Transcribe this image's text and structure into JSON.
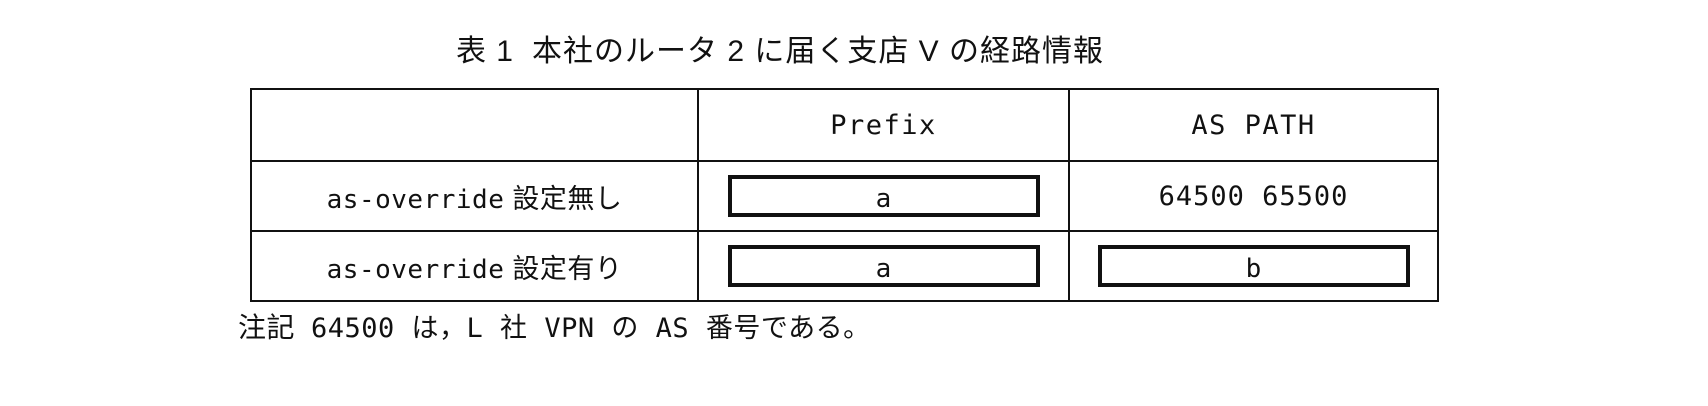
{
  "title": {
    "number": "表 1",
    "text": "本社のルータ 2 に届く支店 V の経路情報"
  },
  "table": {
    "corner_label": "",
    "columns": [
      "Prefix",
      "AS PATH"
    ],
    "rows": [
      {
        "label_mono": "as-override",
        "label_jp": "設定無し",
        "prefix": {
          "kind": "box",
          "value": "a"
        },
        "aspath": {
          "kind": "text",
          "value": "64500  65500"
        }
      },
      {
        "label_mono": "as-override",
        "label_jp": "設定有り",
        "prefix": {
          "kind": "box",
          "value": "a"
        },
        "aspath": {
          "kind": "box",
          "value": "b"
        }
      }
    ]
  },
  "footnote": {
    "label": "注記",
    "text": "64500 は，L 社 VPN の AS 番号である。"
  },
  "colors": {
    "ink": "#111111",
    "paper": "#ffffff"
  }
}
